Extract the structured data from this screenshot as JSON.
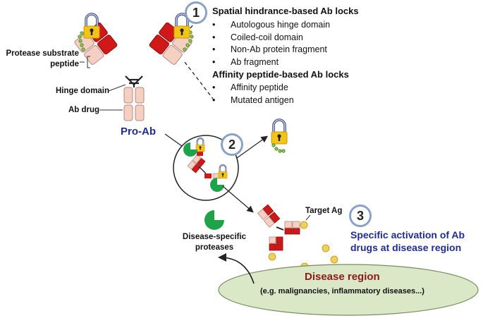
{
  "steps": [
    "1",
    "2",
    "3"
  ],
  "locks": {
    "spatial_title": "Spatial hindrance-based Ab locks",
    "spatial_items": [
      "Autologous hinge domain",
      "Coiled-coil domain",
      "Non-Ab protein fragment",
      "Ab fragment"
    ],
    "affinity_title": "Affinity peptide-based Ab locks",
    "affinity_items": [
      "Affinity peptide",
      "Mutated antigen"
    ]
  },
  "labels": {
    "protease_substrate_line1": "Protease substrate",
    "protease_substrate_line2": "peptide",
    "hinge_domain": "Hinge domain",
    "ab_drug": "Ab drug",
    "pro_ab": "Pro-Ab",
    "target_ag": "Target Ag",
    "disease_proteases_line1": "Disease-specific",
    "disease_proteases_line2": "proteases",
    "activation_line1": "Specific activation of Ab",
    "activation_line2": "drugs at disease region",
    "disease_region": "Disease region",
    "disease_examples": "(e.g. malignancies, inflammatory diseases...)"
  },
  "colors": {
    "lock_yellow": "#f2c418",
    "heavy_red": "#d01818",
    "light_pink": "#f4cfc2",
    "protease_green": "#1fa34a",
    "antigen_yellow": "#f0cf5a",
    "disease_green": "#dbe8c8",
    "step_ring": "#8aa2c8",
    "accent_blue": "#1f2d8f",
    "disease_red": "#8b1a1a"
  }
}
